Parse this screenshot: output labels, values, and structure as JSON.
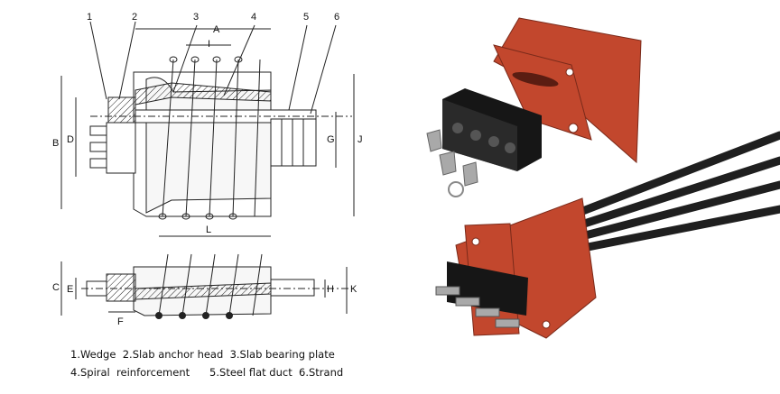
{
  "drawing": {
    "part_numbers": [
      "1",
      "2",
      "3",
      "4",
      "5",
      "6"
    ],
    "dimension_letters": {
      "A": "A",
      "B": "B",
      "C": "C",
      "D": "D",
      "E": "E",
      "F": "F",
      "G": "G",
      "H": "H",
      "I": "I",
      "J": "J",
      "K": "K",
      "L": "L"
    }
  },
  "legend": {
    "line1": "1.Wedge  2.Slab anchor head  3.Slab bearing plate",
    "line2": "4.Spiral  reinforcement      5.Steel flat duct  6.Strand"
  },
  "colors": {
    "casting_red": "#c2472d",
    "block_black": "#161616",
    "strand_black": "#1f1f1f",
    "steel": "#a9a9a9"
  }
}
